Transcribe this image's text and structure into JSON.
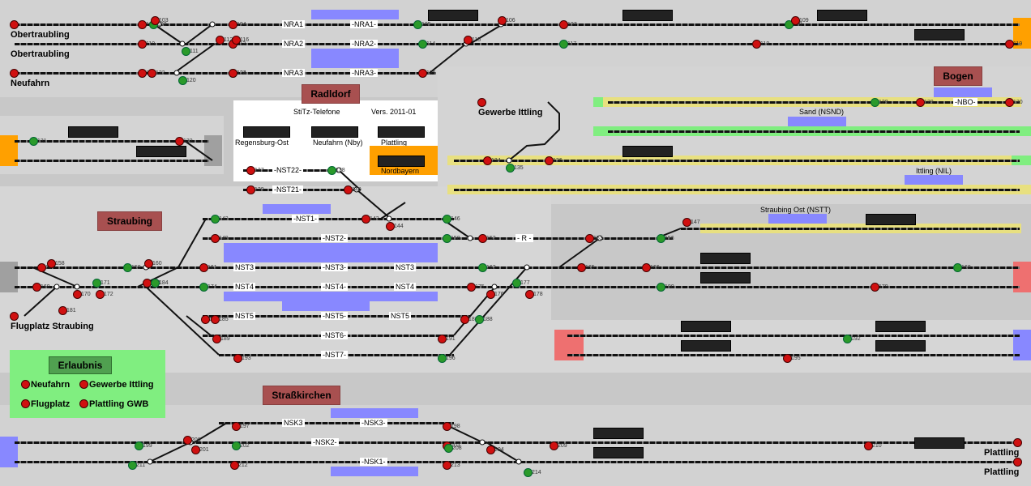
{
  "colors": {
    "background": "#c8c8c8",
    "track": "#111111",
    "signal_red": "#d01010",
    "signal_green": "#2a9a2a",
    "banner": "#a85050",
    "highlight_blue": "#8888ff",
    "permission_panel": "#80ee80",
    "edge_orange": "#ffa000",
    "edge_red": "#ee7070",
    "edge_blue": "#8888ff",
    "edge_gray": "#a0a0a0",
    "edge_green": "#80ee80",
    "yellow_track": "#e8e080"
  },
  "stations": {
    "obertraubling1": "Obertraubling",
    "obertraubling2": "Obertraubling",
    "neufahrn": "Neufahrn",
    "gewerbe_ittling": "Gewerbe Ittling",
    "flugplatz": "Flugplatz Straubing",
    "plattling1": "Plattling",
    "plattling2": "Plattling"
  },
  "banners": {
    "radldorf": "Radldorf",
    "bogen": "Bogen",
    "straubing": "Straubing",
    "strasskirchen": "Straßkirchen"
  },
  "telephone_panel": {
    "title": "StiTz-Telefone",
    "version": "Vers. 2011-01",
    "items": [
      "Regensburg-Ost",
      "Neufahrn (Nby)",
      "Plattling",
      "Nordbayern"
    ]
  },
  "permission": {
    "title": "Erlaubnis",
    "items": [
      "Neufahrn",
      "Gewerbe Ittling",
      "Flugplatz",
      "Plattling GWB"
    ]
  },
  "track_labels": {
    "nra1a": "NRA1",
    "nra1b": "-NRA1-",
    "nra2a": "NRA2",
    "nra2b": "-NRA2-",
    "nra3a": "NRA3",
    "nra3b": "-NRA3-",
    "nst22": "-NST22-",
    "nst21": "-NST21-",
    "nst1": "-NST1-",
    "nst2": "-NST2-",
    "nst3a": "NST3",
    "nst3b": "-NST3-",
    "nst3c": "NST3",
    "nst4a": "NST4",
    "nst4b": "-NST4-",
    "nst4c": "NST4",
    "nst5a": "NST5",
    "nst5b": "-NST5-",
    "nst5c": "NST5",
    "nst6": "-NST6-",
    "nst7": "-NST7-",
    "r": "- R -",
    "nbo": "-NBO-",
    "nsk3a": "NSK3",
    "nsk3b": "-NSK3-",
    "nsk2": "-NSK2-",
    "nsk1": "-NSK1-"
  },
  "area_labels": {
    "sand": "Sand (NSND)",
    "ittling": "Ittling (NIL)",
    "straubing_ost": "Straubing Ost (NSTT)"
  },
  "signal_numbers": [
    "101",
    "102",
    "103",
    "104",
    "105",
    "106",
    "107",
    "108",
    "109",
    "110",
    "111",
    "112",
    "113",
    "114",
    "115",
    "116",
    "117",
    "118",
    "119",
    "120",
    "121",
    "122",
    "123",
    "124",
    "125",
    "128",
    "129",
    "130",
    "131",
    "132",
    "134",
    "135",
    "136",
    "137",
    "138",
    "139",
    "140",
    "142",
    "143",
    "144",
    "146",
    "147",
    "149",
    "150",
    "152",
    "153",
    "156",
    "157",
    "158",
    "159",
    "160",
    "161",
    "162",
    "165",
    "166",
    "168",
    "169",
    "170",
    "171",
    "172",
    "173",
    "174",
    "175",
    "176",
    "177",
    "178",
    "179",
    "180",
    "181",
    "182",
    "184",
    "185",
    "186",
    "188",
    "189",
    "191",
    "192",
    "193",
    "195",
    "196",
    "197",
    "198",
    "199",
    "200",
    "201",
    "202",
    "203",
    "204",
    "208",
    "209",
    "210",
    "211",
    "212",
    "213",
    "214"
  ]
}
